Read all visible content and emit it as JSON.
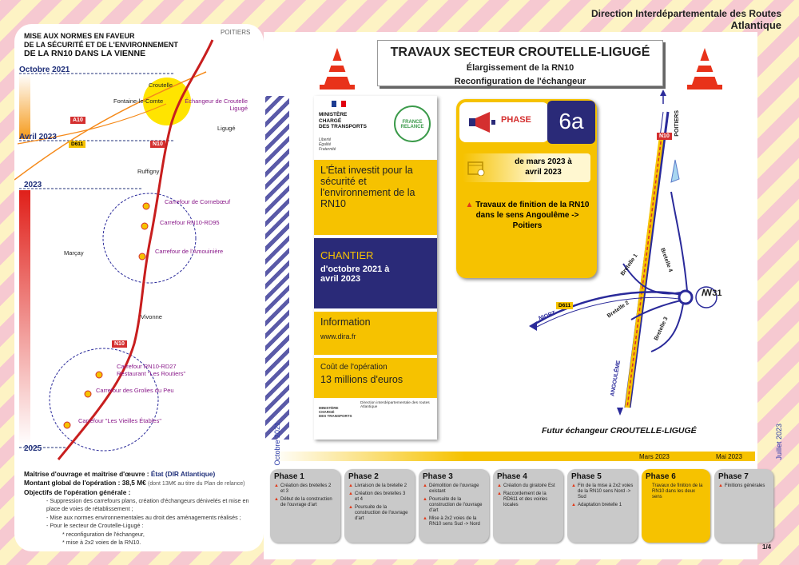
{
  "header": {
    "line1": "Direction Interdépartementale des Routes",
    "line2": "Atlantique"
  },
  "left_panel": {
    "title_line1": "MISE AUX NORMES EN FAVEUR",
    "title_line2": "DE LA SÉCURITÉ ET DE L'ENVIRONNEMENT",
    "title_line3": "DE LA RN10 DANS LA VIENNE",
    "city_logo": "POITIERS",
    "dates": {
      "oct2021": "Octobre 2021",
      "apr2023": "Avril 2023",
      "y2023": "2023",
      "y2025": "2025"
    },
    "roads": {
      "a10": "A10",
      "n10_top": "N10",
      "n10_bottom": "N10",
      "d611": "D611"
    },
    "towns": [
      "Croutelle",
      "Fontaine-le-Comte",
      "Ligugé",
      "Ruffigny",
      "Marçay",
      "Vivonne"
    ],
    "crossings": [
      "Échangeur de Croutelle Ligugé",
      "Carrefour de Cornebœuf",
      "Carrefour RN10-RD95",
      "Carrefour de l'Amouinière",
      "Carrefour RN10-RD27 Restaurant \"Les Routiers\"",
      "Carrefour des Grolies du Peu",
      "Carrefour \"Les Vieilles Étables\""
    ],
    "footer": {
      "owner_label": "Maîtrise d'ouvrage et maîtrise d'œuvre : ",
      "owner_value": "État (DIR Atlantique)",
      "amount_label": "Montant global de l'opération : ",
      "amount_value": "38,5 M€",
      "amount_note": "(dont 13M€ au titre du Plan de relance)",
      "objectives_label": "Objectifs de l'opération générale :",
      "items": [
        "- Suppression des carrefours plans, création d'échangeurs dénivelés et mise en place de voies de rétablissement ;",
        "- Mise aux normes environnementales au droit des aménagements réalisés ;",
        "- Pour le secteur de Croutelle-Ligugé :"
      ],
      "subitems": [
        "* reconfiguration de l'échangeur,",
        "* mise à 2x2 voies de la RN10."
      ]
    }
  },
  "title_box": {
    "title": "TRAVAUX SECTEUR CROUTELLE-LIGUGÉ",
    "sub1": "Élargissement de la RN10",
    "sub2": "Reconfiguration de l'échangeur"
  },
  "column": {
    "ministry": [
      "MINISTÈRE",
      "CHARGÉ",
      "DES TRANSPORTS"
    ],
    "motto": [
      "Liberté",
      "Égalité",
      "Fraternité"
    ],
    "relance": "FRANCE RELANCE",
    "invest": "L'État investit pour la sécurité et l'environnement de la RN10",
    "chantier_label": "CHANTIER",
    "chantier_dates": "d'octobre 2021 à avril 2023",
    "info_label": "Information",
    "info_url": "www.dira.fr",
    "cost_label": "Coût de l'opération",
    "cost_value": "13 millions d'euros",
    "footer_left": [
      "MINISTÈRE",
      "CHARGÉ",
      "DES TRANSPORTS"
    ],
    "footer_right": "Direction interdépartementale des routes Atlantique"
  },
  "phase_card": {
    "label": "PHASE",
    "number": "6a",
    "dates": "de mars 2023 à avril 2023",
    "work": "Travaux de finition de la RN10 dans le sens Angoulême -> Poitiers"
  },
  "interchange": {
    "poitiers": "POITIERS",
    "n10": "N10",
    "bretelle1": "Bretelle 1",
    "bretelle2": "Bretelle 2",
    "bretelle3": "Bretelle 3",
    "bretelle4": "Bretelle 4",
    "d611": "D611",
    "niort": "NIORT",
    "angouleme": "ANGOULÊME",
    "exit": "31",
    "caption": "Futur échangeur CROUTELLE-LIGUGÉ"
  },
  "timeline": {
    "start": "Octobre 2021",
    "end": "Juillet 2023",
    "mar": "Mars 2023",
    "may": "Mai 2023",
    "phases": [
      {
        "name": "Phase 1",
        "items": [
          "Création des bretelles 2 et 3",
          "Début de la construction de l'ouvrage d'art"
        ]
      },
      {
        "name": "Phase 2",
        "items": [
          "Livraison de la bretelle 2",
          "Création des bretelles 3 et 4",
          "Poursuite de la construction de l'ouvrage d'art"
        ]
      },
      {
        "name": "Phase 3",
        "items": [
          "Démolition de l'ouvrage existant",
          "Poursuite de la construction de l'ouvrage d'art",
          "Mise à 2x2 voies de la RN10 sens Sud -> Nord"
        ]
      },
      {
        "name": "Phase 4",
        "items": [
          "Création du giratoire Est",
          "Raccordement de la RD611 et des voiries locales"
        ]
      },
      {
        "name": "Phase 5",
        "items": [
          "Fin de la mise à 2x2 voies de la RN10 sens Nord -> Sud",
          "Adaptation bretelle 1"
        ]
      },
      {
        "name": "Phase 6",
        "items": [
          "Travaux de finition de la RN10 dans les deux sens"
        ]
      },
      {
        "name": "Phase 7",
        "items": [
          "Finitions générales"
        ]
      }
    ]
  },
  "page": "1/4"
}
